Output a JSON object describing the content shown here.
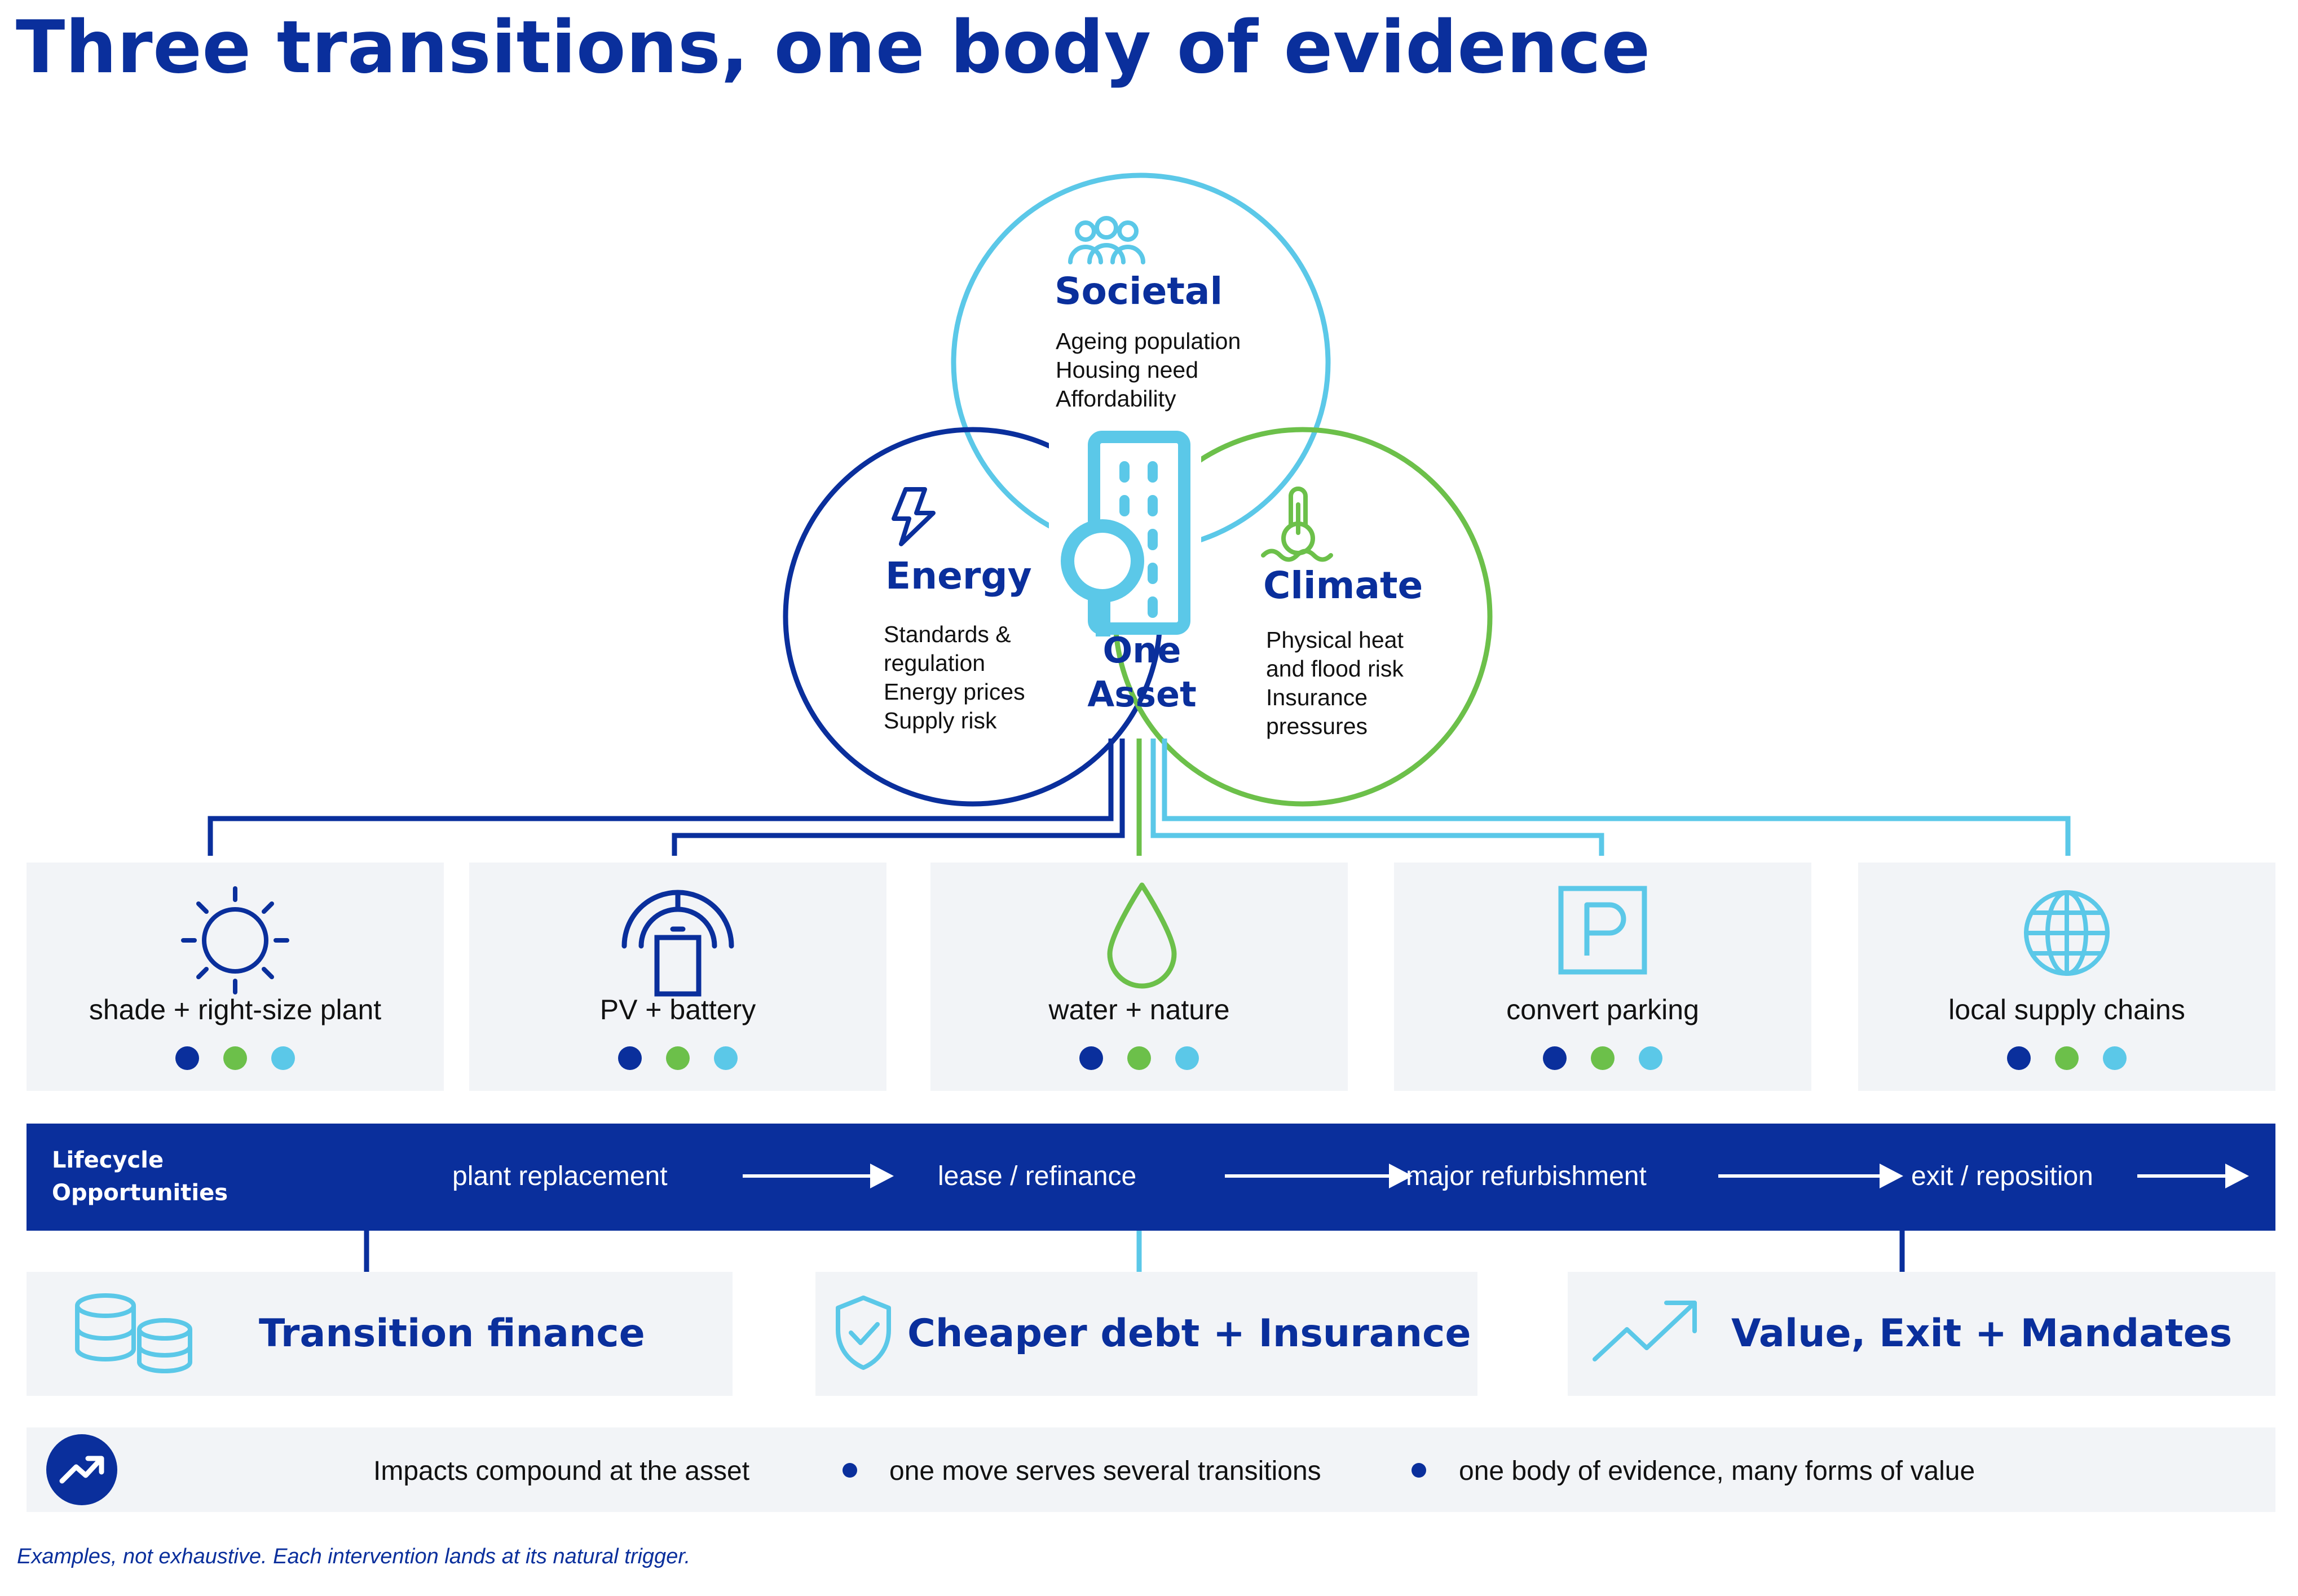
{
  "title": "Three transitions, one body of evidence",
  "colors": {
    "navy": "#0a2f9c",
    "green": "#6cc04a",
    "light_blue": "#5bc8e8",
    "panel_grey": "#f2f4f7"
  },
  "venn": {
    "center": {
      "line1": "One",
      "line2": "Asset",
      "icon": "building-magnifier-icon"
    },
    "circles": [
      {
        "key": "societal",
        "title": "Societal",
        "icon": "people-icon",
        "color": "#5bc8e8",
        "items": [
          "Ageing population",
          "Housing need",
          "Affordability"
        ]
      },
      {
        "key": "energy",
        "title": "Energy",
        "icon": "lightning-icon",
        "color": "#0a2f9c",
        "items": [
          "Standards &",
          "regulation",
          "Energy prices",
          "Supply risk"
        ]
      },
      {
        "key": "climate",
        "title": "Climate",
        "icon": "thermometer-icon",
        "color": "#6cc04a",
        "items": [
          "Physical heat",
          "and flood risk",
          "Insurance",
          "pressures"
        ]
      }
    ]
  },
  "interventions": [
    {
      "label": "shade + right-size plant",
      "icon": "sun-icon"
    },
    {
      "label": "PV + battery",
      "icon": "solar-battery-icon"
    },
    {
      "label": "water + nature",
      "icon": "water-drop-icon"
    },
    {
      "label": "convert parking",
      "icon": "parking-icon"
    },
    {
      "label": "local supply chains",
      "icon": "globe-icon"
    }
  ],
  "lifecycle": {
    "label_line1": "Lifecycle",
    "label_line2": "Opportunities",
    "stages": [
      "plant replacement",
      "lease / refinance",
      "major refurbishment",
      "exit / reposition"
    ]
  },
  "value_cards": [
    {
      "label": "Transition finance",
      "icon": "coins-icon"
    },
    {
      "label": "Cheaper debt + Insurance",
      "icon": "shield-check-icon"
    },
    {
      "label": "Value, Exit + Mandates",
      "icon": "trend-up-icon"
    }
  ],
  "impacts": {
    "lead": "Impacts compound at the asset",
    "points": [
      "one move serves several transitions",
      "one body of evidence, many forms of value"
    ]
  },
  "footnote": "Examples, not exhaustive. Each intervention lands at its natural trigger."
}
